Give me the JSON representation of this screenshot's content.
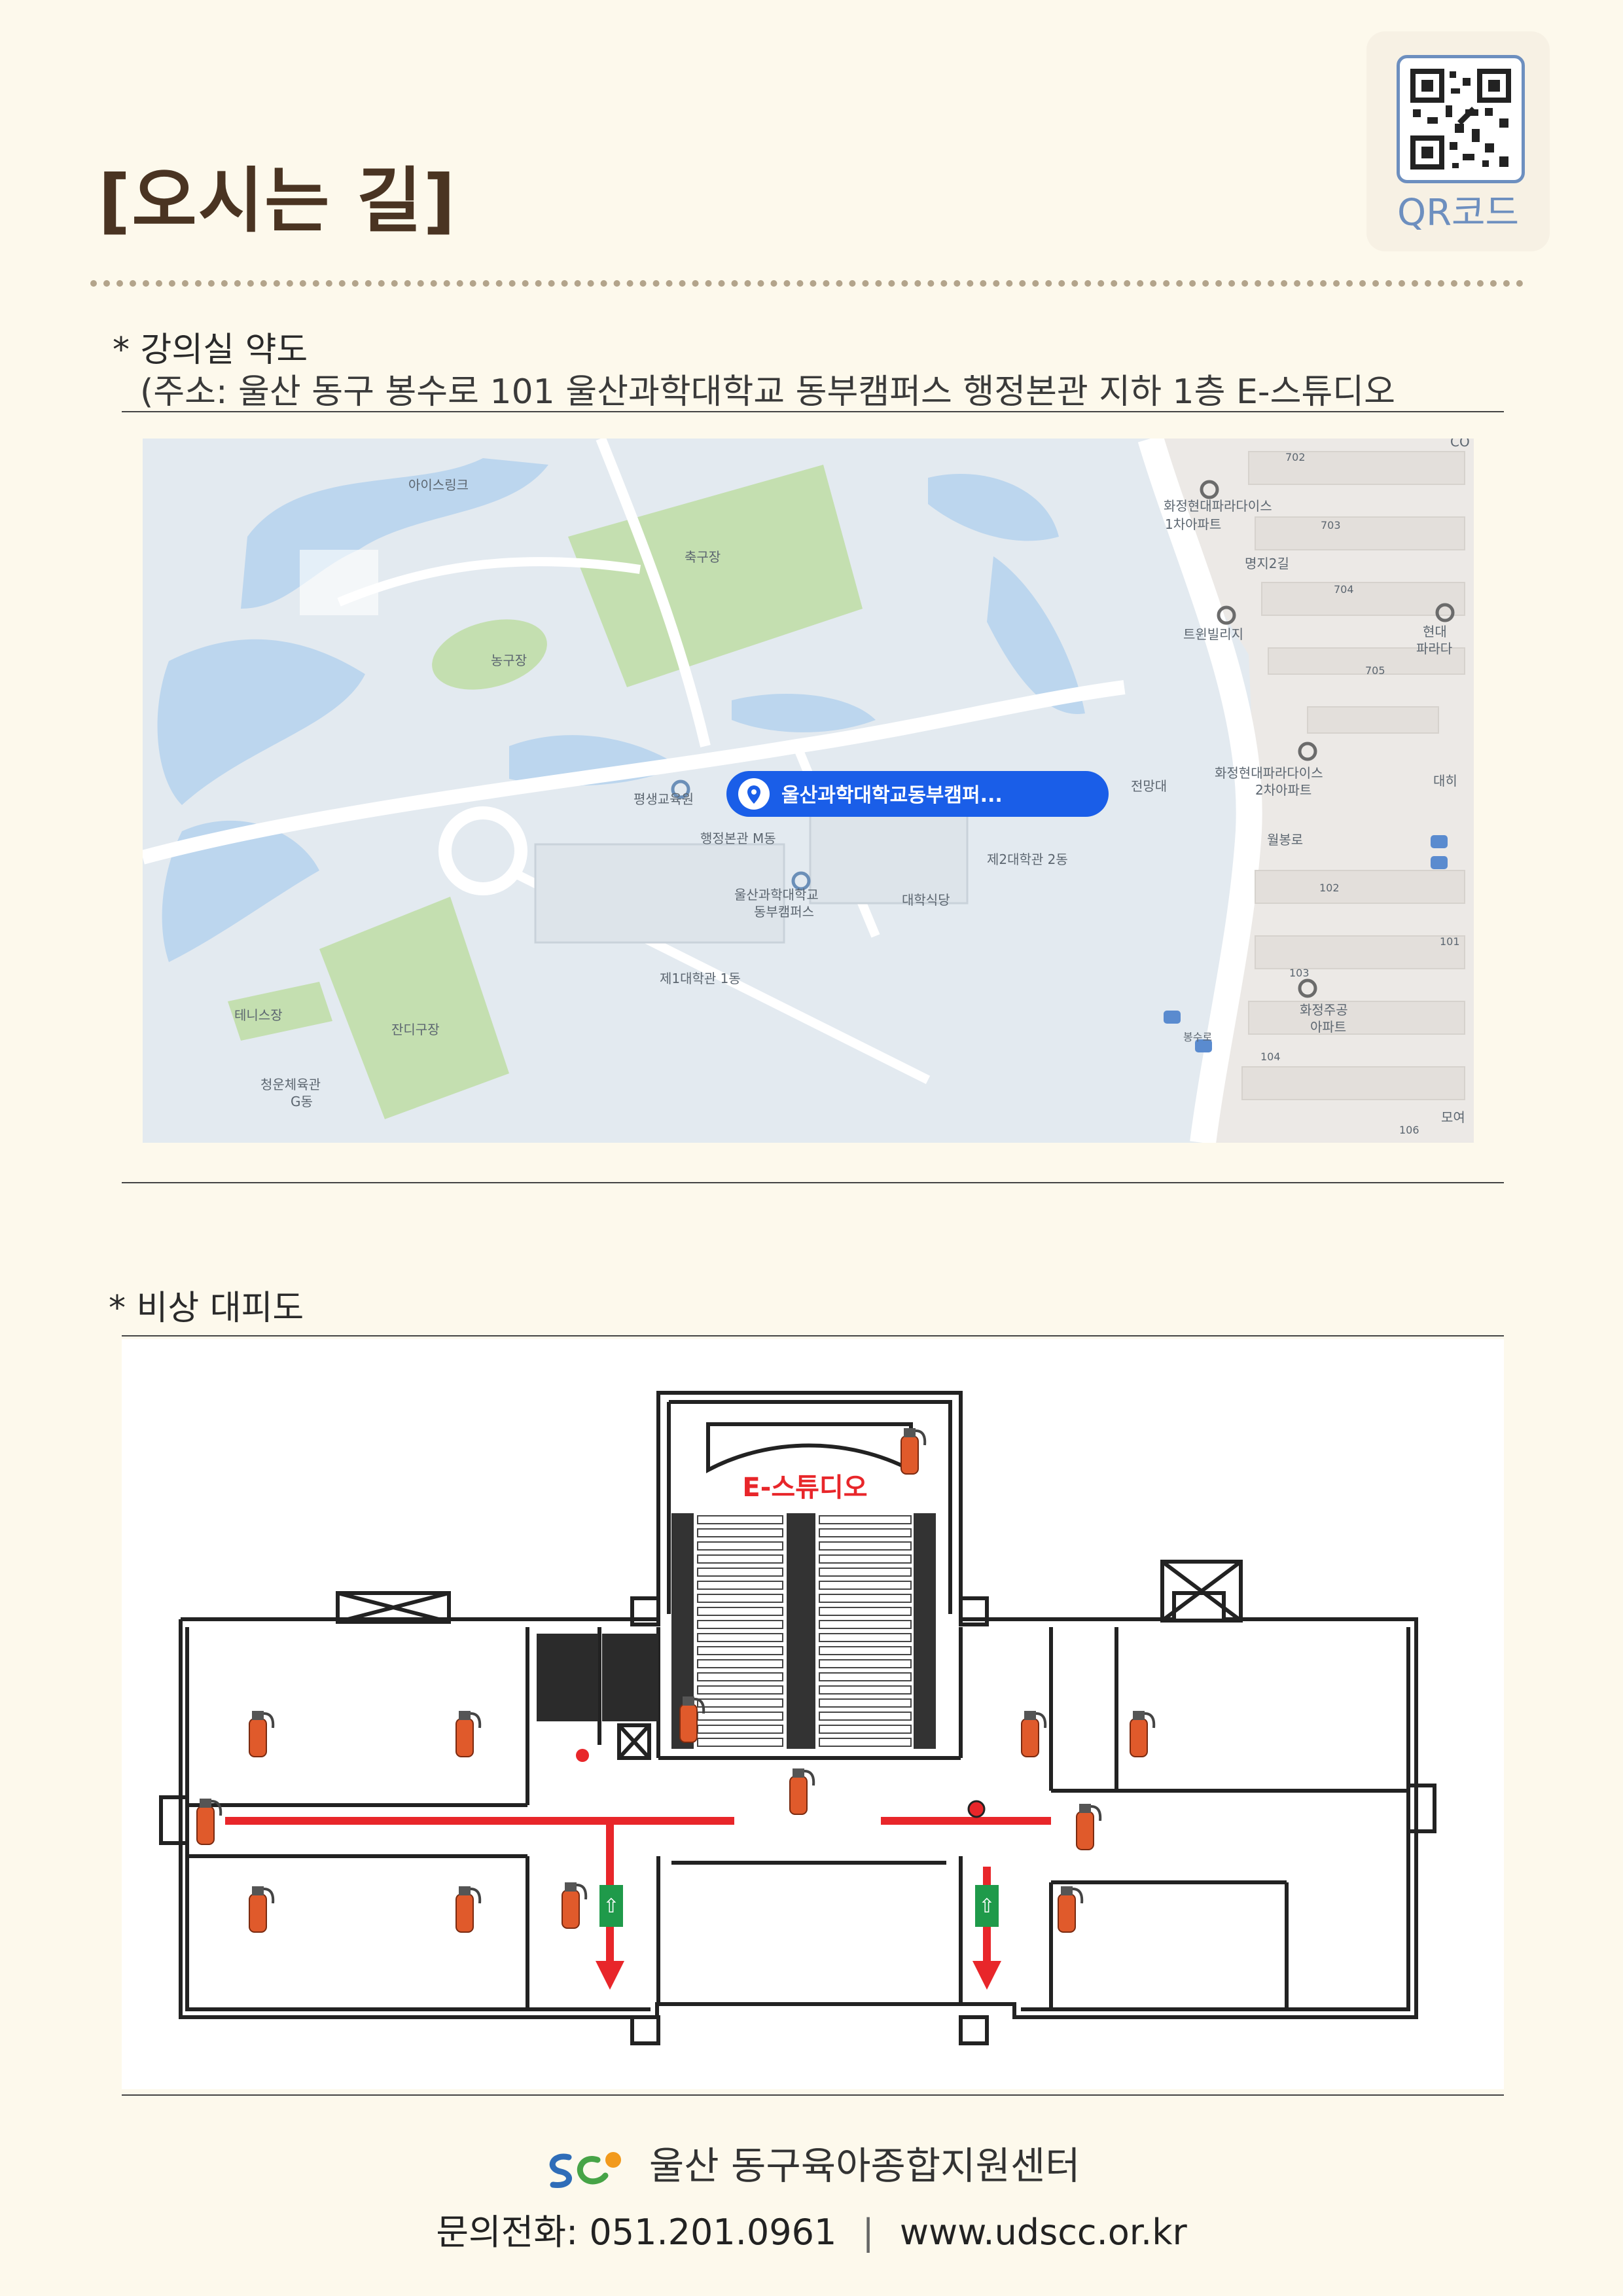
{
  "page": {
    "title": "[오시는 길]",
    "qr_label": "QR코드"
  },
  "map_section": {
    "title": "* 강의실 약도",
    "address": "(주소: 울산 동구 봉수로 101 울산과학대학교 동부캠퍼스 행정본관 지하 1층 E-스튜디오",
    "map": {
      "pin_label": "울산과학대학교동부캠퍼...",
      "labels": {
        "ice_rink": "아이스링크",
        "soccer": "축구장",
        "basketball": "농구장",
        "lifelong": "평생교육원",
        "admin": "행정본관 M동",
        "campus": "울산과학대학교",
        "campus2": "동부캠퍼스",
        "cafeteria": "대학식당",
        "hall2": "제2대학관 2동",
        "hall1": "제1대학관 1동",
        "tennis": "테니스장",
        "grass": "잔디구장",
        "gym": "청운체육관",
        "gym2": "G동",
        "observatory": "전망대",
        "apt1a": "화정현대파라다이스",
        "apt1b": "1차아파트",
        "apt2a": "화정현대파라다이스",
        "apt2b": "2차아파트",
        "twin": "트윈빌리지",
        "hyundai1": "현대",
        "hyundai2": "파라다",
        "jugong1": "화정주공",
        "jugong2": "아파트",
        "road1": "명지2길",
        "road2": "월봉로",
        "bus": "봉수로",
        "b702": "702",
        "b703": "703",
        "b704": "704",
        "b705": "705",
        "b101": "101",
        "b102": "102",
        "b103": "103",
        "b104": "104",
        "b106": "106",
        "co": "CO",
        "dae": "대히",
        "moyeo": "모여"
      }
    }
  },
  "evac_section": {
    "title": "* 비상 대피도",
    "studio_label": "E-스튜디오",
    "exit_glyph": "⇧"
  },
  "footer": {
    "org_name": "울산 동구육아종합지원센터",
    "phone_label": "문의전화:",
    "phone": "051.201.0961",
    "separator": "|",
    "website": "www.udscc.or.kr"
  },
  "colors": {
    "background": "#fdf9ec",
    "title": "#4a3422",
    "qr_accent": "#6d8fbf",
    "map_pin": "#1a5ee8",
    "evac_route": "#e8262a",
    "extinguisher": "#e05a2b",
    "exit_sign": "#1f9a4a"
  }
}
